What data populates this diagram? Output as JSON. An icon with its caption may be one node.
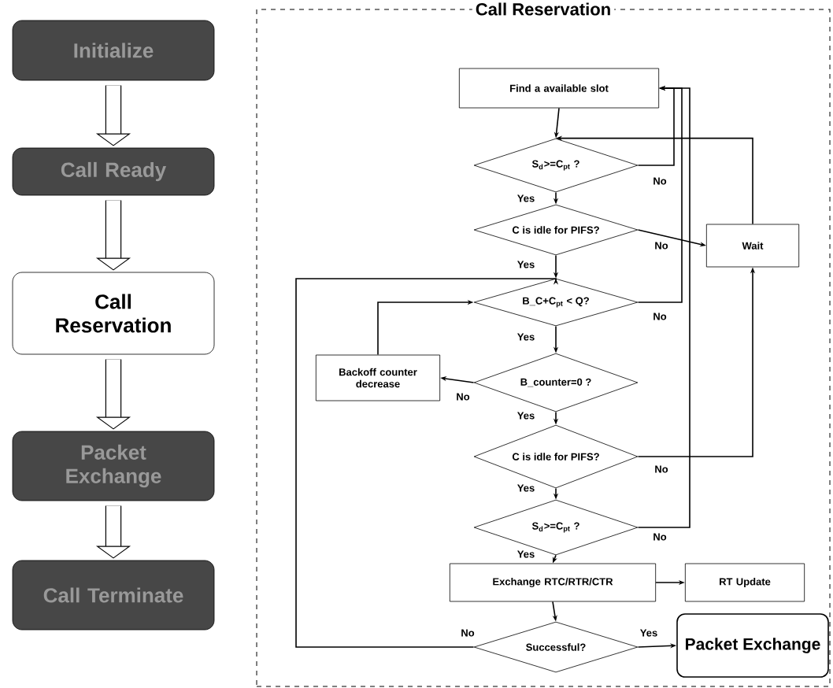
{
  "diagram": {
    "nodes": [
      {
        "text": [
          "Initialize"
        ]
      },
      {
        "text": [
          "Call Ready"
        ]
      },
      {
        "text": [
          "Call Reservation"
        ]
      },
      {
        "text": [
          "Packet Exchange"
        ]
      },
      {
        "text": [
          "Call Terminate"
        ]
      },
      {
        "text": [
          "Call Reservation"
        ]
      },
      {
        "text": [
          "Find a available slot"
        ],
        "in": 5
      },
      {
        "text": [
          "S$_{d}$>=C$_{pt}$ ?"
        ],
        "in": 5
      },
      {
        "text": [
          "C is idle for PIFS?"
        ],
        "in": 5
      },
      {
        "text": [
          "Wait"
        ],
        "in": 5
      },
      {
        "text": [
          "B_C+C$_{pt}$ < Q?"
        ],
        "in": 5
      },
      {
        "text": [
          "Backoff counter decrease"
        ],
        "in": 5
      },
      {
        "text": [
          "B_counter=0 ?"
        ],
        "in": 5
      },
      {
        "text": [
          "C is idle for PIFS?"
        ],
        "in": 5
      },
      {
        "text": [
          "S$_{d}$>=C$_{pt}$ ?"
        ],
        "in": 5
      },
      {
        "text": [
          "Exchange RTC/RTR/CTR"
        ],
        "in": 5
      },
      {
        "text": [
          "RT Update"
        ],
        "in": 5
      },
      {
        "text": [
          "Successful?"
        ],
        "in": 5
      },
      {
        "text": [
          "Packet Exchange"
        ],
        "in": 5
      }
    ],
    "edges": [
      {
        "from": 0,
        "to": 1,
        "arrow": "to",
        "style": "thick"
      },
      {
        "from": 1,
        "to": 2,
        "arrow": "to",
        "style": "thick"
      },
      {
        "from": 2,
        "to": 3,
        "arrow": "to",
        "style": "thick"
      },
      {
        "from": 3,
        "to": 4,
        "arrow": "to",
        "style": "thick"
      },
      {
        "from": 6,
        "to": 7,
        "arrow": "to"
      },
      {
        "from": 7,
        "to": 6,
        "arrow": "to",
        "label": "No"
      },
      {
        "from": 7,
        "to": 8,
        "arrow": "to",
        "label": "Yes"
      },
      {
        "from": 8,
        "to": 9,
        "arrow": "to",
        "label": "No"
      },
      {
        "from": 9,
        "to": 7,
        "arrow": "to"
      },
      {
        "from": 8,
        "to": 10,
        "arrow": "to",
        "label": "Yes"
      },
      {
        "from": 10,
        "to": 6,
        "arrow": "to",
        "label": "No"
      },
      {
        "from": 10,
        "to": 12,
        "arrow": "to",
        "label": "Yes"
      },
      {
        "from": 12,
        "to": 11,
        "arrow": "to",
        "label": "No"
      },
      {
        "from": 11,
        "to": 10,
        "arrow": "to"
      },
      {
        "from": 12,
        "to": 13,
        "arrow": "to",
        "label": "Yes"
      },
      {
        "from": 13,
        "to": 9,
        "arrow": "to",
        "label": "No"
      },
      {
        "from": 13,
        "to": 14,
        "arrow": "to",
        "label": "Yes"
      },
      {
        "from": 14,
        "to": 6,
        "arrow": "to",
        "label": "No"
      },
      {
        "from": 14,
        "to": 15,
        "arrow": "to",
        "label": "Yes"
      },
      {
        "from": 15,
        "to": 16,
        "arrow": "to"
      },
      {
        "from": 15,
        "to": 17,
        "arrow": "to"
      },
      {
        "from": 17,
        "to": 18,
        "arrow": "to",
        "label": "Yes"
      },
      {
        "from": 17,
        "to": 10,
        "arrow": "to",
        "label": "No"
      }
    ]
  }
}
